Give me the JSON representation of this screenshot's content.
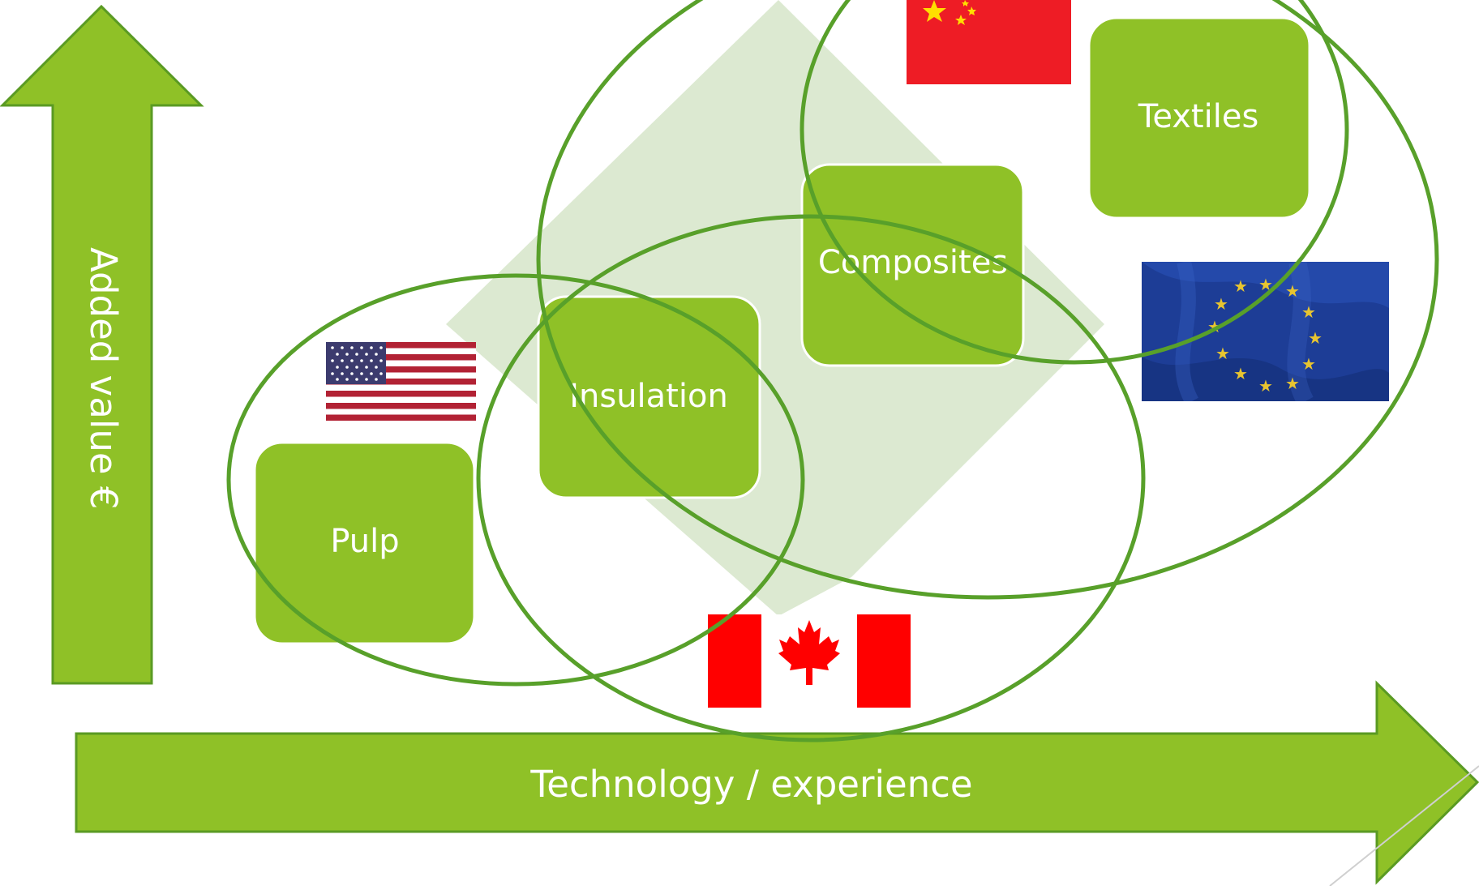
{
  "axes": {
    "y_label": "Added value €",
    "x_label": "Technology / experience"
  },
  "boxes": [
    {
      "id": "pulp",
      "label": "Pulp"
    },
    {
      "id": "insulation",
      "label": "Insulation"
    },
    {
      "id": "composites",
      "label": "Composites"
    },
    {
      "id": "textiles",
      "label": "Textiles"
    }
  ],
  "flags": [
    {
      "id": "usa",
      "icon": "usa-flag-icon"
    },
    {
      "id": "canada",
      "icon": "canada-flag-icon"
    },
    {
      "id": "china",
      "icon": "china-flag-icon"
    },
    {
      "id": "eu",
      "icon": "eu-flag-icon"
    }
  ],
  "colors": {
    "green": "#8fc127",
    "green_dark": "#5a9a23",
    "ellipse": "#58a02a",
    "diamond": "#dce9d1"
  }
}
